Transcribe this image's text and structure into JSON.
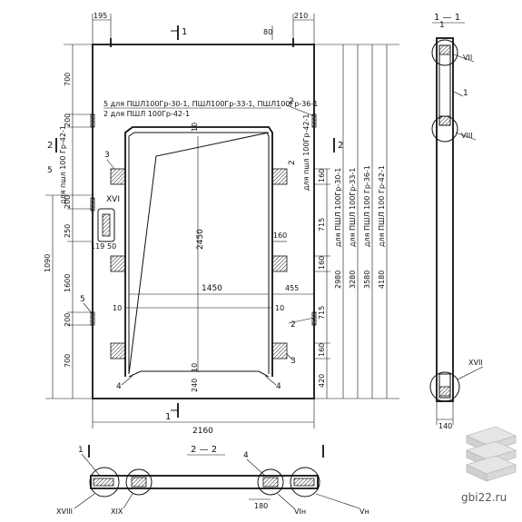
{
  "section_labels": {
    "s11_left": "1",
    "s11_right": "1",
    "s11_title": "1 — 1",
    "s22_left": "2",
    "s22_right": "2",
    "s22_title": "2 — 2"
  },
  "dims_top": {
    "left": "195",
    "right": "210",
    "gap": "80"
  },
  "dims_left": {
    "d700a": "700",
    "d200a": "200",
    "d200b": "200",
    "d250": "250",
    "d1090": "1090",
    "d1600": "1600",
    "d200c": "200",
    "d700b": "700"
  },
  "dims_right": {
    "d160a": "160",
    "d715a": "715",
    "d160b": "160",
    "d715b": "715",
    "d160c": "160",
    "d420": "420"
  },
  "dims_inner": {
    "h2450": "2450",
    "w1450": "1450",
    "d455": "455",
    "d160": "160",
    "d10a": "10",
    "d10b": "10",
    "d10c": "10",
    "d10d": "10",
    "d240": "240",
    "d119": "119",
    "d50": "50"
  },
  "dims_bottom": {
    "total": "2160"
  },
  "table": {
    "heights": [
      "2980",
      "3280",
      "3580",
      "4180"
    ],
    "labels": [
      "для ПШЛ 100Гр-30-1",
      "для ПШЛ 100Гр-33-1",
      "для ПШЛ 100 Гр-36-1",
      "для ПШЛ 100 Гр-42-1"
    ]
  },
  "notes": {
    "note5_line1": "5 для ПШЛ100Гр-30-1, ПШЛ100Гр-33-1, ПШЛ100Гр-36-1",
    "note5_line2": "2 для ПШЛ 100Гр-42-1",
    "left_vertical": "для пшл 100 Гр-42-1",
    "right_vertical": "для пшл 100Гр-42-1"
  },
  "callouts": {
    "c2_top": "2",
    "c3_left": "3",
    "c5_left_a": "5",
    "c5_left_b": "5",
    "c3_right": "3",
    "c2_right": "2",
    "c2_right_b": "2",
    "c4_left": "4",
    "c4_right": "4",
    "c2_vert": "2",
    "node16": "XVI",
    "s11_1a": "1",
    "s11_vii": "VII",
    "s11_1b": "1",
    "s11_viii": "VIII",
    "s11_xvii": "XVII",
    "s11_140": "140",
    "s22_1": "1",
    "s22_4": "4",
    "s22_xviii": "XVIII",
    "s22_xix": "XIX",
    "s22_vi": "VIн",
    "s22_v": "Vн",
    "s22_180": "180"
  },
  "watermark": "gbi22.ru"
}
